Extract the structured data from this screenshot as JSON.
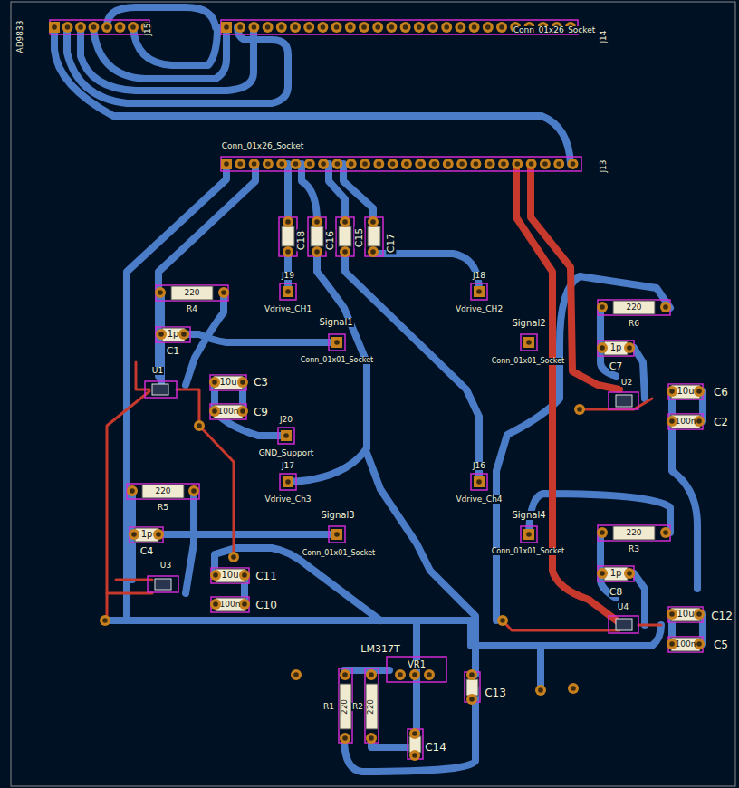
{
  "diagram": {
    "labels": [
      "AD9833",
      "J15",
      "Conn_01x26_Socket",
      "J14",
      "Conn_01x26_Socket",
      "J13",
      "C18",
      "C16",
      "C15",
      "C17",
      "J19",
      "Vdrive_CH1",
      "J18",
      "Vdrive_CH2",
      "220",
      "R4",
      "1p",
      "C1",
      "Signal1",
      "Conn_01x01_Socket",
      "U1",
      "10u",
      "C3",
      "100n",
      "C9",
      "J20",
      "GND_Support",
      "J17",
      "Vdrive_Ch3",
      "J16",
      "Vdrive_Ch4",
      "220",
      "R5",
      "1p",
      "C4",
      "Signal3",
      "Conn_01x01_Socket",
      "U3",
      "10u",
      "C11",
      "100n",
      "C10",
      "Signal2",
      "Conn_01x01_Socket",
      "220",
      "R6",
      "1p",
      "C7",
      "U2",
      "10u",
      "C6",
      "100n",
      "C2",
      "Signal4",
      "Conn_01x01_Socket",
      "220",
      "R3",
      "1p",
      "C8",
      "U4",
      "10u",
      "C12",
      "100n",
      "C5",
      "LM317T",
      "VR1",
      "R1",
      "220",
      "R2",
      "220",
      "C13",
      "C14"
    ]
  }
}
